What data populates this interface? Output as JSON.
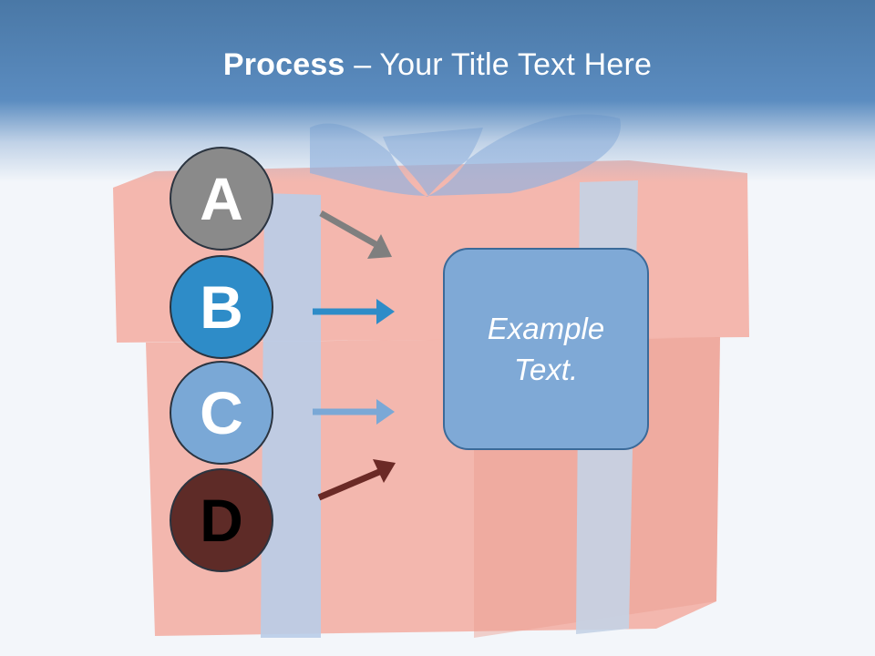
{
  "slide": {
    "title_bold": "Process",
    "title_rest": " – Your Title Text Here"
  },
  "steps": [
    {
      "letter": "A",
      "color": "#8a8a8a"
    },
    {
      "letter": "B",
      "color": "#2e8cc8"
    },
    {
      "letter": "C",
      "color": "#7aa8d6"
    },
    {
      "letter": "D",
      "color": "#5e2b27"
    }
  ],
  "arrows": [
    {
      "color": "#7f7f7f"
    },
    {
      "color": "#2e8cc8"
    },
    {
      "color": "#7aa8d6"
    },
    {
      "color": "#6b2a26"
    }
  ],
  "textbox": {
    "text": "Example Text."
  },
  "colors": {
    "header": "#4a78a6",
    "gift_box": "#f2a79b",
    "ribbon": "#b9cde8",
    "textbox_fill": "#7fa9d6"
  }
}
